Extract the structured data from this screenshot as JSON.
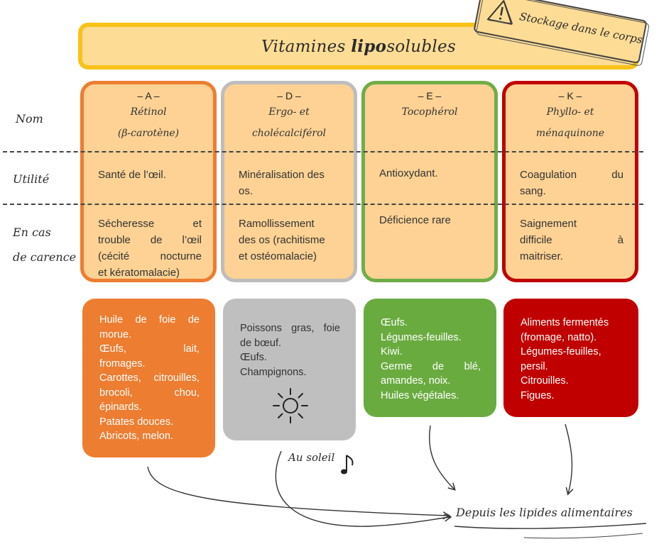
{
  "title": {
    "prefix": "Vitamines ",
    "bold": "lipo",
    "suffix": "solubles"
  },
  "storage_note": {
    "icon": "warning-triangle-icon",
    "text": "Stockage dans le corps"
  },
  "row_labels": {
    "nom": "Nom",
    "utilite": "Utilité",
    "carence_1": "En cas",
    "carence_2": "de carence"
  },
  "colors": {
    "banner_fill": "#fddc95",
    "banner_border": "#f8c218",
    "card_fill": "#fdd294",
    "a": "#ed7d31",
    "d": "#bdbdbd",
    "e": "#70ad47",
    "k": "#c00000",
    "food_a": "#ed7d31",
    "food_d": "#bfbfbf",
    "food_e": "#6aab40",
    "food_k": "#c00000"
  },
  "vitamins": [
    {
      "letter": "– A –",
      "name_1": "Rétinol",
      "name_2": "(β-carotène)",
      "utility": "Santé de l’œil.",
      "deficiency": [
        "Sécheresse et",
        "trouble de l’œil",
        "(cécité nocturne",
        "et kératomalacie)"
      ],
      "foods": [
        "Huile de foie de",
        "morue.",
        "Œufs, lait,",
        "fromages.",
        "Carottes, citrouilles,",
        "brocoli, chou,",
        "épinards.",
        "Patates douces.",
        "Abricots, melon."
      ]
    },
    {
      "letter": "– D –",
      "name_1": "Ergo- et",
      "name_2": "cholécalciférol",
      "utility": [
        "Minéralisation des",
        "os."
      ],
      "deficiency": [
        "Ramollissement",
        "des os (rachitisme",
        "et ostéomalacie)"
      ],
      "foods": [
        "Poissons gras, foie",
        "de bœuf.",
        "Œufs.",
        "Champignons."
      ],
      "icon": "sun-icon"
    },
    {
      "letter": "– E –",
      "name_1": "Tocophérol",
      "utility": "Antioxydant.",
      "deficiency": "Déficience rare",
      "foods": [
        "Œufs.",
        "Légumes-feuilles.",
        "Kiwi.",
        "Germe de blé,",
        "amandes, noix.",
        "Huiles végétales."
      ]
    },
    {
      "letter": "– K –",
      "name_1": "Phyllo- et",
      "name_2": "ménaquinone",
      "utility": [
        "Coagulation du",
        "sang."
      ],
      "deficiency": [
        "Saignement",
        "difficile à",
        "maitriser."
      ],
      "foods": [
        "Aliments fermentés",
        "(fromage, natto).",
        "Légumes-feuilles,",
        "persil.",
        "Citrouilles.",
        "Figues."
      ]
    }
  ],
  "sun_label": "Au soleil",
  "music_icon": "music-note-icon",
  "source_label": "Depuis les lipides alimentaires"
}
